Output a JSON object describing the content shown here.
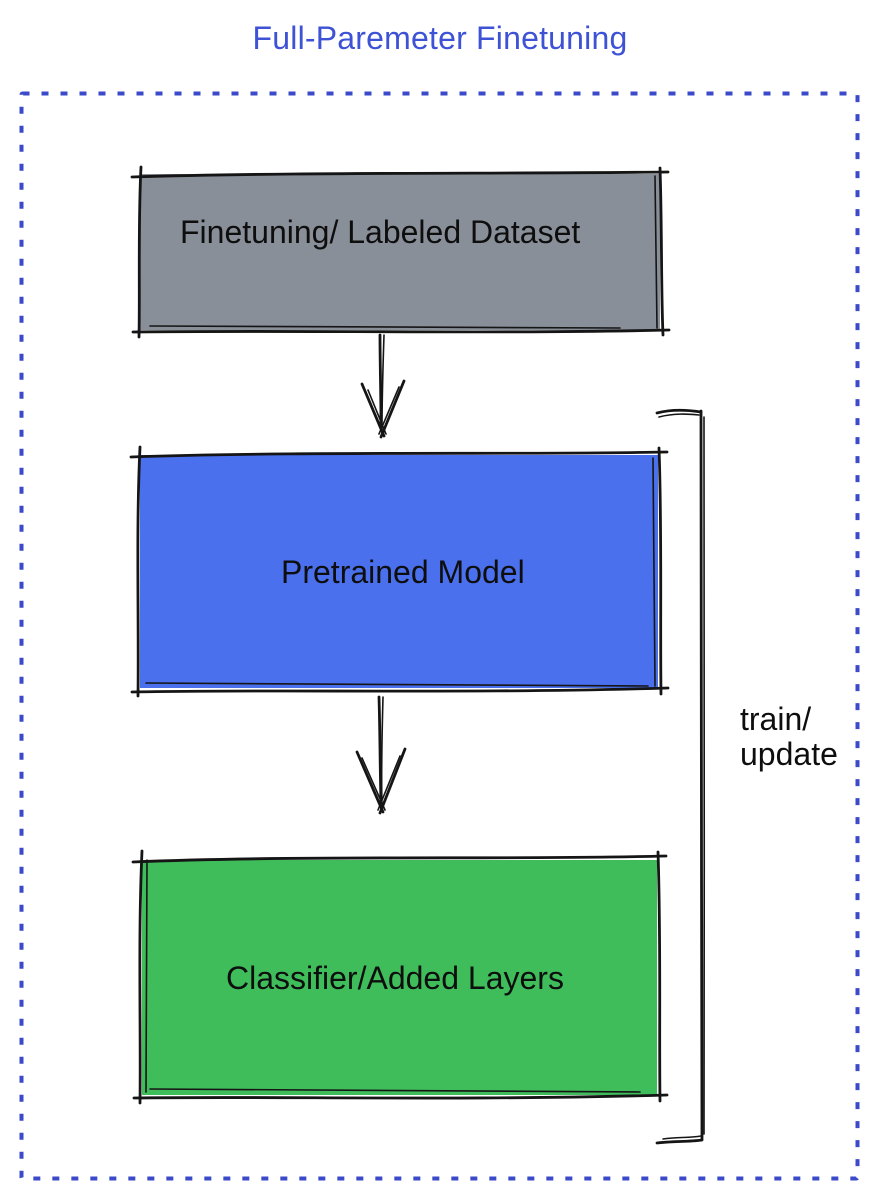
{
  "title": "Full-Paremeter Finetuning",
  "diagram": {
    "boxes": [
      {
        "id": "dataset",
        "label": "Finetuning/ Labeled Dataset"
      },
      {
        "id": "pretrained",
        "label": "Pretrained Model"
      },
      {
        "id": "classifier",
        "label": "Classifier/Added Layers"
      }
    ],
    "bracket_label": "train/\nupdate"
  },
  "colors": {
    "title": "#3E52D6",
    "dotted_border": "#3A4ACA",
    "ink": "#151515",
    "text": "#0E0E0E",
    "box_dataset": "#888F98",
    "box_pretrained": "#4A70EE",
    "box_classifier": "#3FBD5A"
  }
}
